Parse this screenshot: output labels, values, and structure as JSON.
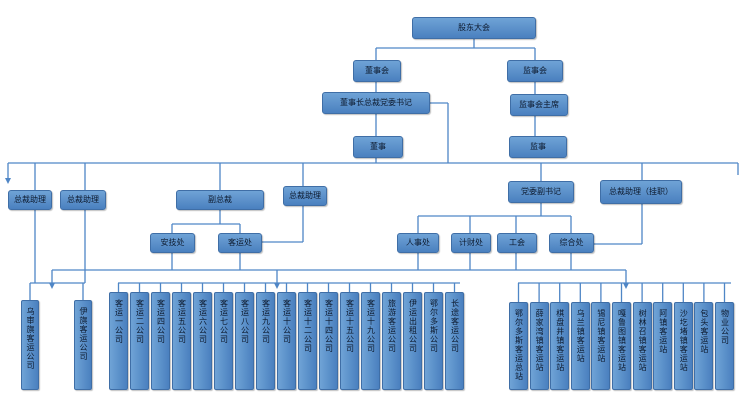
{
  "nodes": {
    "shareholders": "股东大会",
    "board": "董事会",
    "supervisory": "监事会",
    "chairman": "董事长总裁党委书记",
    "supervisory_chair": "监事会主席",
    "director": "董事",
    "supervisor": "监事",
    "asst_gm_1": "总裁助理",
    "asst_gm_2": "总裁助理",
    "vice_president": "副总裁",
    "asst_president": "总裁助理",
    "party_deputy": "党委副书记",
    "asst_president_parttime": "总裁助理（挂职）",
    "safety_office": "安技处",
    "passenger_office": "客运处",
    "hr_office": "人事处",
    "finance_office": "计财处",
    "union": "工会",
    "general_office": "综合处"
  },
  "left_units": [
    "乌审旗客运公司",
    "伊旗客运公司"
  ],
  "middle_units": [
    "客运一公司",
    "客运二公司",
    "客运四公司",
    "客运五公司",
    "客运六公司",
    "客运七公司",
    "客运八公司",
    "客运九公司",
    "客运十公司",
    "客运十二公司",
    "客运十四公司",
    "客运十五公司",
    "客运十九公司",
    "旅游客运公司",
    "伊运出租公司",
    "鄂尔多斯公司",
    "长途客运公司"
  ],
  "right_units": [
    "鄂尔多斯客运总站",
    "薛家湾镇客运站",
    "棋盘井镇客运站",
    "乌兰镇客运站",
    "锡尼镇客运站",
    "嘎鲁图镇客运站",
    "树林召镇客运站",
    "阿镇客运站",
    "沙圪堵镇客运站",
    "包头客运站",
    "物业公司"
  ],
  "colors": {
    "box_fill": "#5b8fcb",
    "box_border": "#3f6ea6",
    "line": "#4f86c6"
  }
}
